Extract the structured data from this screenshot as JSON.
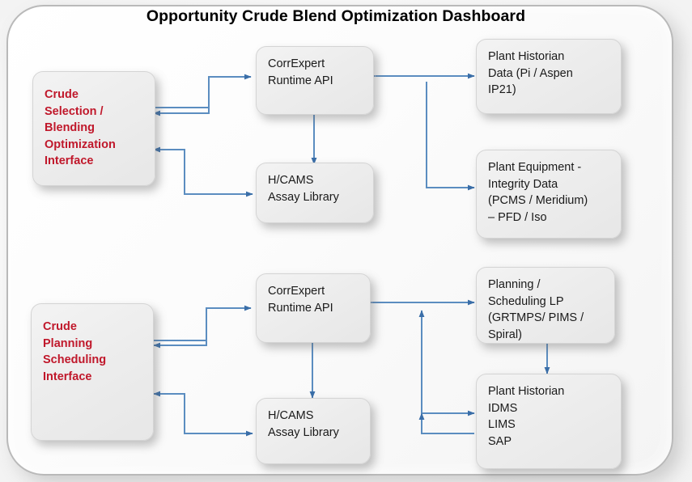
{
  "title": "Opportunity Crude Blend Optimization\nDashboard",
  "colors": {
    "accent_text": "#c0182b",
    "connector": "#4a7ebb",
    "node_fill": "#eeeeee",
    "node_border": "#d4d4d4",
    "frame_border": "#b9b9b9",
    "body_text": "#1a1a1a"
  },
  "nodes": {
    "crude_selection": "Crude\nSelection /\nBlending\nOptimization\nInterface",
    "correxpert_top": "CorrExpert\nRuntime API",
    "hcams_top": "H/CAMS\nAssay Library",
    "plant_historian_top": "Plant Historian\nData (Pi / Aspen\nIP21)",
    "plant_equipment": "Plant Equipment -\nIntegrity Data\n(PCMS / Meridium)\n– PFD / Iso",
    "crude_planning": "Crude\nPlanning\nScheduling\nInterface",
    "correxpert_bottom": "CorrExpert\nRuntime API",
    "hcams_bottom": "H/CAMS\nAssay Library",
    "planning_lp": "Planning  /\nScheduling  LP\n(GRTMPS/ PIMS /\nSpiral)",
    "plant_historian_bottom": "Plant Historian\nIDMS\nLIMS\nSAP"
  },
  "connectors": [
    {
      "name": "crude-selection-to-correxpert-top",
      "direction": "one-way"
    },
    {
      "name": "correxpert-top-to-crude-selection",
      "direction": "one-way"
    },
    {
      "name": "hcams-top-to-crude-selection",
      "direction": "one-way"
    },
    {
      "name": "crude-selection-to-hcams-top",
      "direction": "one-way"
    },
    {
      "name": "correxpert-top-to-hcams-top",
      "direction": "two-way"
    },
    {
      "name": "correxpert-top-to-plant-historian-top",
      "direction": "two-way"
    },
    {
      "name": "correxpert-top-to-plant-equipment",
      "direction": "one-way"
    },
    {
      "name": "crude-planning-to-correxpert-bottom",
      "direction": "one-way"
    },
    {
      "name": "correxpert-bottom-to-crude-planning",
      "direction": "one-way"
    },
    {
      "name": "hcams-bottom-to-crude-planning",
      "direction": "one-way"
    },
    {
      "name": "crude-planning-to-hcams-bottom",
      "direction": "one-way"
    },
    {
      "name": "correxpert-bottom-to-hcams-bottom",
      "direction": "two-way"
    },
    {
      "name": "correxpert-bottom-to-planning-lp",
      "direction": "two-way"
    },
    {
      "name": "plant-historian-bottom-to-correxpert-bottom",
      "direction": "one-way"
    },
    {
      "name": "plant-historian-bottom-to-hcams-bottom",
      "direction": "one-way"
    },
    {
      "name": "planning-lp-to-plant-historian-bottom",
      "direction": "two-way"
    }
  ]
}
